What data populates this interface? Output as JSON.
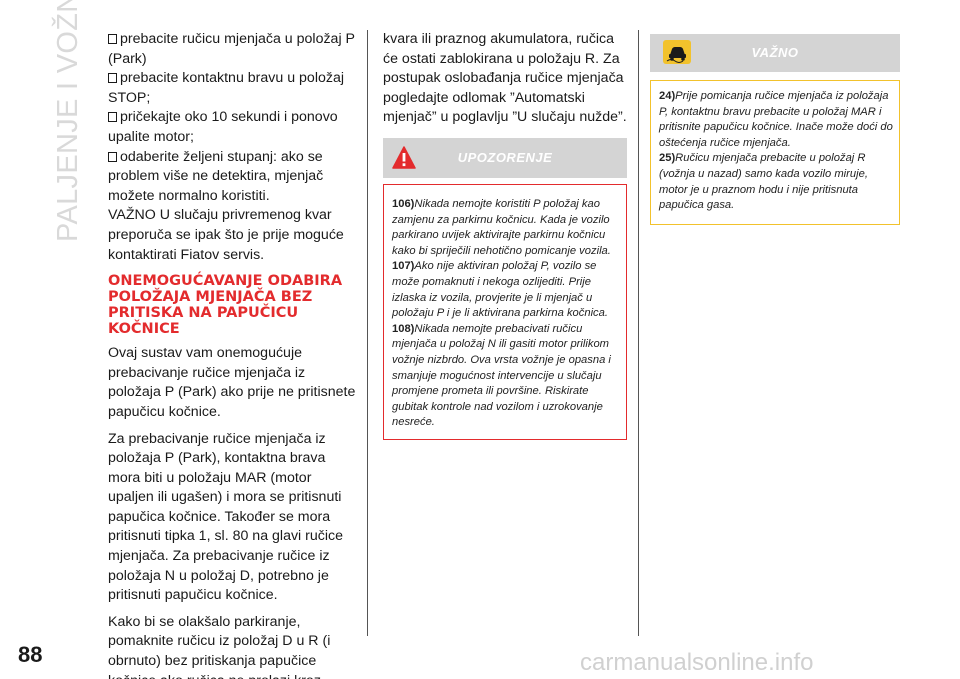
{
  "side_title": "PALJENJE I VOŽNJA",
  "page_number": "88",
  "watermark": "carmanualsonline.info",
  "col1": {
    "bullets": [
      "prebacite ručicu mjenjača u položaj P (Park)",
      "prebacite kontaktnu bravu u položaj STOP;",
      "pričekajte oko 10 sekundi i ponovo upalite motor;",
      "odaberite željeni stupanj: ako se problem više ne detektira, mjenjač možete normalno koristiti."
    ],
    "after_bullets": "VAŽNO U slučaju privremenog kvar preporuča se ipak što je prije moguće kontaktirati Fiatov servis.",
    "heading": "ONEMOGUĆAVANJE ODABIRA POLOŽAJA MJENJAČA BEZ PRITISKA NA PAPUČICU KOČNICE",
    "paragraphs": [
      "Ovaj sustav vam onemogućuje prebacivanje ručice mjenjača iz položaja P (Park) ako prije ne pritisnete papučicu kočnice.",
      "Za prebacivanje ručice mjenjača iz položaja P (Park), kontaktna brava mora biti u položaju MAR (motor upaljen ili ugašen) i mora se pritisnuti papučica kočnice. Također se mora pritisnuti tipka 1, sl. 80 na glavi ručice mjenjača. Za prebacivanje ručice iz položaja N u položaj D, potrebno je pritisnuti papučicu kočnice.",
      "Kako bi se olakšalo parkiranje, pomaknite ručicu iz položaj D u R (i obrnuto) bez pritiskanja papučice kočnice ako ručica ne prolazi kroz položaj N. U slučaju"
    ]
  },
  "col2": {
    "paragraph": "kvara ili praznog akumulatora, ručica će ostati zablokirana u položaju R. Za postupak oslobađanja ručice mjenjača pogledajte odlomak ”Automatski mjenjač” u poglavlju ”U slučaju nužde”.",
    "warning": {
      "label": "UPOZORENJE",
      "notes": [
        {
          "num": "106)",
          "text": "Nikada nemojte koristiti P položaj kao zamjenu za parkirnu kočnicu. Kada je vozilo parkirano uvijek aktivirajte parkirnu kočnicu kako bi spriječili nehotično pomicanje vozila."
        },
        {
          "num": "107)",
          "text": "Ako nije aktiviran položaj P, vozilo se može pomaknuti i nekoga ozlijediti. Prije izlaska iz vozila, provjerite je li mjenjač u položaju P i je li aktivirana parkirna kočnica."
        },
        {
          "num": "108)",
          "text": "Nikada nemojte prebacivati ručicu mjenjača u položaj N ili gasiti motor prilikom vožnje nizbrdo. Ova vrsta vožnje je opasna i smanjuje mogućnost intervencije u slučaju promjene prometa ili površine. Riskirate gubitak kontrole nad vozilom i uzrokovanje nesreće."
        }
      ]
    }
  },
  "col3": {
    "vazno": {
      "label": "VAŽNO",
      "notes": [
        {
          "num": "24)",
          "text": "Prije pomicanja ručice mjenjača iz položaja P, kontaktnu bravu prebacite u položaj MAR i pritisnite papučicu kočnice. Inače može doći do oštećenja ručice mjenjača."
        },
        {
          "num": "25)",
          "text": "Ručicu mjenjača prebacite u položaj R (vožnja u nazad) samo kada vozilo miruje, motor je u praznom hodu i nije pritisnuta papučica gasa."
        }
      ]
    }
  },
  "colors": {
    "heading_red": "#e32b2d",
    "warning_border": "#e32b2d",
    "vazno_border": "#f2c22c",
    "banner_gray": "#d4d4d4",
    "side_title_gray": "#d9d9d9"
  },
  "icons": {
    "warning": "warning-triangle-icon",
    "caution": "car-skid-icon",
    "bullet": "checkbox-bullet-icon"
  }
}
